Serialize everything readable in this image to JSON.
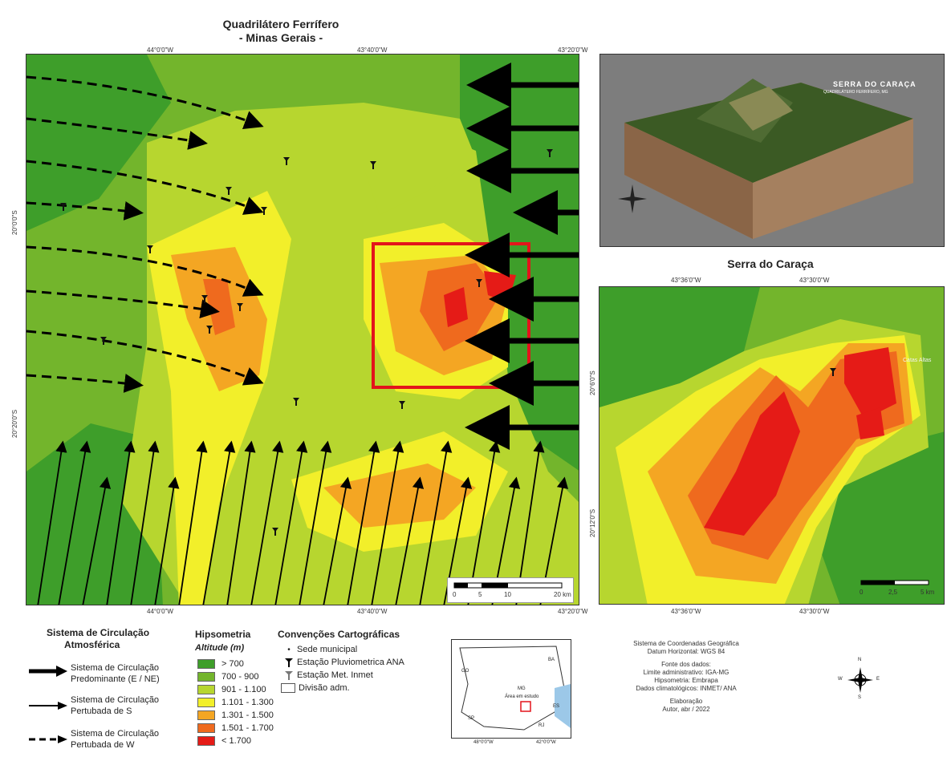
{
  "main_map": {
    "title": "Quadrilátero Ferrífero",
    "subtitle": "- Minas Gerais -",
    "top_ticks": [
      "44°0'0\"W",
      "43°40'0\"W",
      "43°20'0\"W"
    ],
    "bottom_ticks": [
      "44°0'0\"W",
      "43°40'0\"W",
      "43°20'0\"W"
    ],
    "left_ticks": [
      "20°0'0\"S",
      "20°20'0\"S"
    ],
    "scale_labels": [
      "0",
      "5",
      "10",
      "20 km"
    ]
  },
  "inset_3d": {
    "title": "SERRA DO CARAÇA",
    "subtitle": "QUADRILÁTERO FERRÍFERO, MG"
  },
  "caraca_map": {
    "title": "Serra do Caraça",
    "top_ticks": [
      "43°36'0\"W",
      "43°30'0\"W"
    ],
    "bottom_ticks": [
      "43°36'0\"W",
      "43°30'0\"W"
    ],
    "left_ticks": [
      "20°6'0\"S",
      "20°12'0\"S"
    ],
    "scale_labels": [
      "0",
      "2,5",
      "5 km"
    ],
    "place": "Catas Altas"
  },
  "legend_circulation": {
    "title_line1": "Sistema de Circulação",
    "title_line2": "Atmosférica",
    "items": [
      {
        "line1": "Sistema de Circulação",
        "line2": "Predominante (E / NE)"
      },
      {
        "line1": "Sistema de Circulação",
        "line2": "Pertubada de S"
      },
      {
        "line1": "Sistema de Circulação",
        "line2": "Pertubada de W"
      }
    ]
  },
  "legend_hypsometry": {
    "title": "Hipsometria",
    "subtitle": "Altitude (m)",
    "items": [
      {
        "label": "> 700",
        "color": "#3e9e2a"
      },
      {
        "label": "700 - 900",
        "color": "#73b52c"
      },
      {
        "label": "901 - 1.100",
        "color": "#b7d62f"
      },
      {
        "label": "1.101 - 1.300",
        "color": "#f2ef2a"
      },
      {
        "label": "1.301 - 1.500",
        "color": "#f4a623"
      },
      {
        "label": "1.501 - 1.700",
        "color": "#ef6a1e"
      },
      {
        "label": "< 1.700",
        "color": "#e51b17"
      }
    ]
  },
  "legend_conventions": {
    "title": "Convenções Cartográficas",
    "items": [
      "Sede municipal",
      "Estação Pluviometrica ANA",
      "Estação Met. Inmet",
      "Divisão adm."
    ]
  },
  "locator": {
    "states": [
      "GO",
      "BA",
      "MG",
      "ES",
      "SP",
      "RJ"
    ],
    "label": "Área em estudo",
    "bottom_ticks": [
      "48°0'0\"W",
      "42°0'0\"W"
    ]
  },
  "credits": {
    "lines": [
      "Sistema de Coordenadas Geográfica",
      "Datum Horizontal: WGS 84",
      "",
      "Fonte dos dados:",
      "Limite administrativo: IGA-MG",
      "Hipsometria: Embrapa",
      "Dados climatológicos: INMET/ ANA",
      "",
      "Elaboração",
      "Autor, abr / 2022"
    ]
  },
  "compass": {
    "n": "N",
    "s": "S",
    "e": "E",
    "w": "W"
  }
}
